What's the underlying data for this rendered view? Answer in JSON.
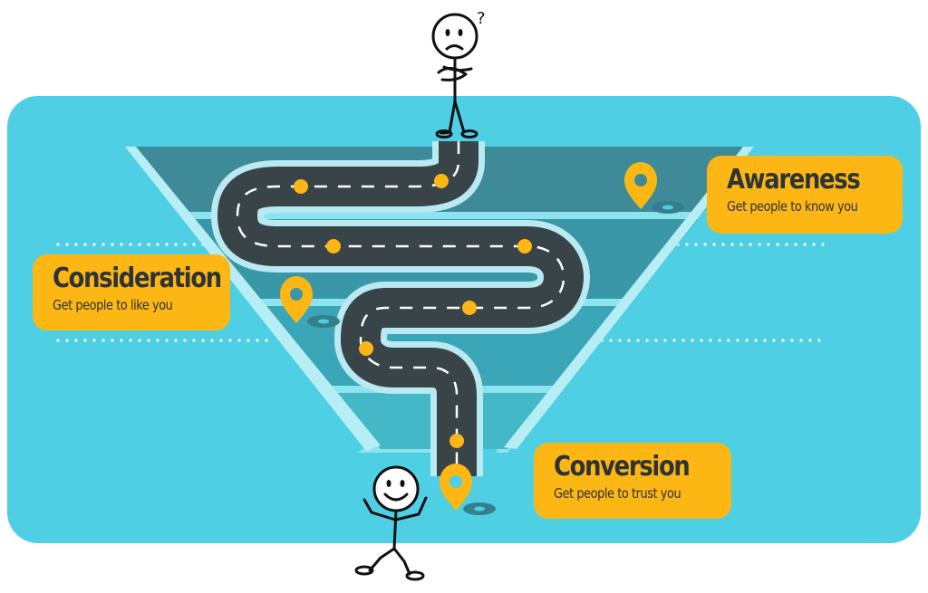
{
  "colors": {
    "background_panel": "#4ecfe4",
    "funnel_dark": "#3f8a98",
    "funnel_mid": "#3aa6b7",
    "funnel_light": "#8de3ef",
    "road": "#394449",
    "road_border": "#b9e9f1",
    "accent": "#fdb714",
    "pin_shadow": "#357f8c",
    "text": "#2d3336"
  },
  "stages": [
    {
      "title": "Awareness",
      "subtitle": "Get people to know you"
    },
    {
      "title": "Consideration",
      "subtitle": "Get people to like you"
    },
    {
      "title": "Conversion",
      "subtitle": "Get people to trust you"
    }
  ],
  "figures": {
    "top": {
      "icon": "confused-stick-figure-icon",
      "mark": "?"
    },
    "bottom": {
      "icon": "happy-stick-figure-icon"
    }
  },
  "icons": [
    "location-pin-icon",
    "winding-road-icon",
    "funnel-icon"
  ]
}
